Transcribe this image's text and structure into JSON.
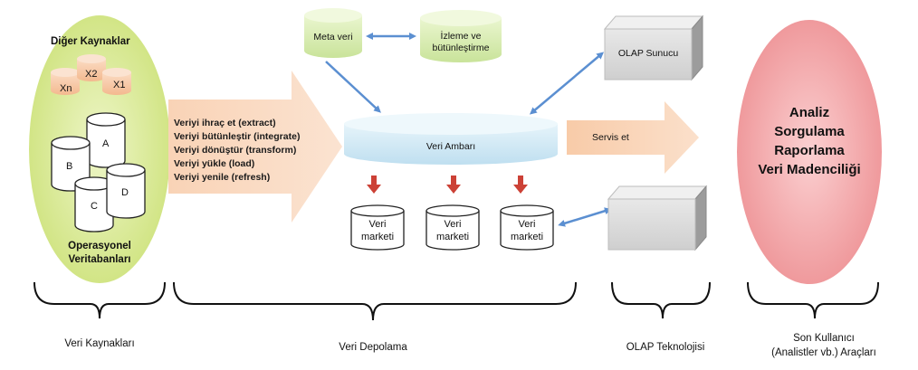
{
  "sources": {
    "top_title": "Diğer Kaynaklar",
    "other_cylinders": [
      "Xn",
      "X2",
      "X1"
    ],
    "db_cylinders": [
      "A",
      "B",
      "C",
      "D"
    ],
    "bottom_title_line1": "Operasyonel",
    "bottom_title_line2": "Veritabanları"
  },
  "etl_steps": [
    "Veriyi ihraç et (extract)",
    "Veriyi bütünleştir (integrate)",
    "Veriyi dönüştür (transform)",
    "Veriyi yükle (load)",
    "Veriyi yenile (refresh)"
  ],
  "metadata": {
    "label": "Meta veri"
  },
  "monitoring": {
    "line1": "İzleme ve",
    "line2": "bütünleştirme"
  },
  "warehouse": {
    "label": "Veri Ambarı"
  },
  "datamarts": [
    {
      "line1": "Veri",
      "line2": "marketi"
    },
    {
      "line1": "Veri",
      "line2": "marketi"
    },
    {
      "line1": "Veri",
      "line2": "marketi"
    }
  ],
  "olap_server": {
    "label": "OLAP Sunucu"
  },
  "service_arrow": {
    "label": "Servis et"
  },
  "end_user": {
    "lines": [
      "Analiz",
      "Sorgulama",
      "Raporlama",
      "Veri Madenciliği"
    ]
  },
  "sections": {
    "data_sources": "Veri Kaynakları",
    "data_storage": "Veri Depolama",
    "olap_technology": "OLAP Teknolojisi",
    "end_user_line1": "Son Kullanıcı",
    "end_user_line2": "(Analistler vb.) Araçları"
  },
  "colors": {
    "source_ellipse": "#d8ea8e",
    "etl_arrow": "#f7c7a3",
    "green_cylinder": "#d6ecaa",
    "blue_arrow": "#5b8fd1",
    "warehouse": "#cfe7f3",
    "red_arrow": "#cc4136",
    "olap_box": "#d7d7d7",
    "end_user_ellipse": "#f2a4a6",
    "orange_cylinder": "#f5c7a1"
  }
}
